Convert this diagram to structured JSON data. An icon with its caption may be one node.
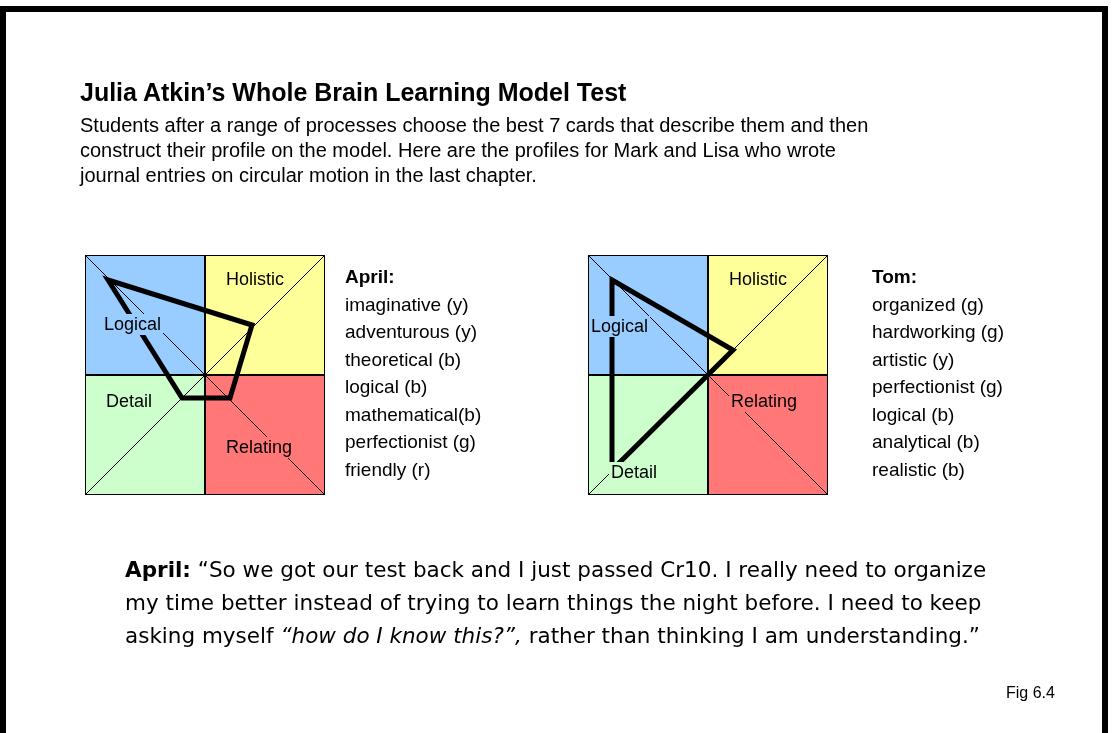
{
  "diagram": {
    "title": "Julia Atkin’s Whole Brain Learning Model Test",
    "caption": "Fig 6.4",
    "nodes": [
      {
        "text": [
          "Logical"
        ]
      },
      {
        "text": [
          "Holistic"
        ]
      },
      {
        "text": [
          "Detail"
        ]
      },
      {
        "text": [
          "Relating"
        ]
      },
      {
        "text": [
          "Logical"
        ]
      },
      {
        "text": [
          "Holistic"
        ]
      },
      {
        "text": [
          "Detail"
        ]
      },
      {
        "text": [
          "Relating"
        ]
      }
    ],
    "labels": [
      "Students after a range of processes choose the best 7 cards that describe them and then construct their profile on the model. Here are the profiles for Mark and Lisa who wrote journal entries on circular motion in the last chapter.",
      "April:",
      "imaginative (y)",
      "adventurous (y)",
      "theoretical (b)",
      "logical (b)",
      "mathematical(b)",
      "perfectionist (g)",
      "friendly (r)",
      "Tom:",
      "organized (g)",
      "hardworking (g)",
      "artistic (y)",
      "perfectionist (g)",
      "logical (b)",
      "analytical (b)",
      "realistic (b)",
      "**April:** “So we got our test back and I just passed Cr10. I really need to organize my time better instead of trying to learn things the night before. I need to keep asking myself *“how do I know this?”,* rather than thinking I am understanding.”"
    ]
  }
}
